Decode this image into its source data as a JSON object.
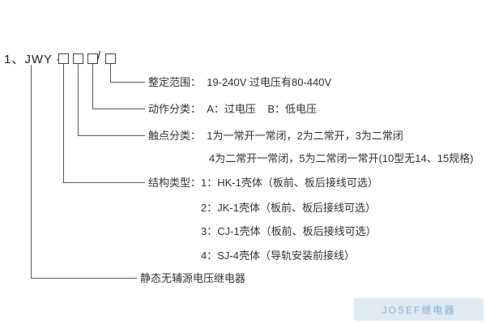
{
  "diagram": {
    "title_prefix": "1、JWY - ",
    "slash": "/",
    "labels": {
      "setting_range": "整定范围：  19-240V 过电压有80-440V",
      "action_class": "动作分类：  A：过电压    B：低电压",
      "contact_class_line1": "触点分类：  1为一常开一常闭，2为二常开，3为二常闭",
      "contact_class_line2": "4为二常开一常闭，5为二常闭一常开(10型无14、15规格)",
      "structure_line1": "结构类型：1：HK-1壳体（板前、板后接线可选）",
      "structure_line2": "2：JK-1壳体（板前、板后接线可选）",
      "structure_line3": "3：CJ-1壳体（板前、板后接线可选）",
      "structure_line4": "4：SJ-4壳体（导轨安装前接线）",
      "relay_name": "静态无辅源电压继电器"
    },
    "watermark": "JOSEF继电器"
  },
  "colors": {
    "text": "#333333",
    "line": "#5a5a5a",
    "watermark_bg": "#d9e7f3",
    "watermark_text": "#6f9cc9"
  }
}
